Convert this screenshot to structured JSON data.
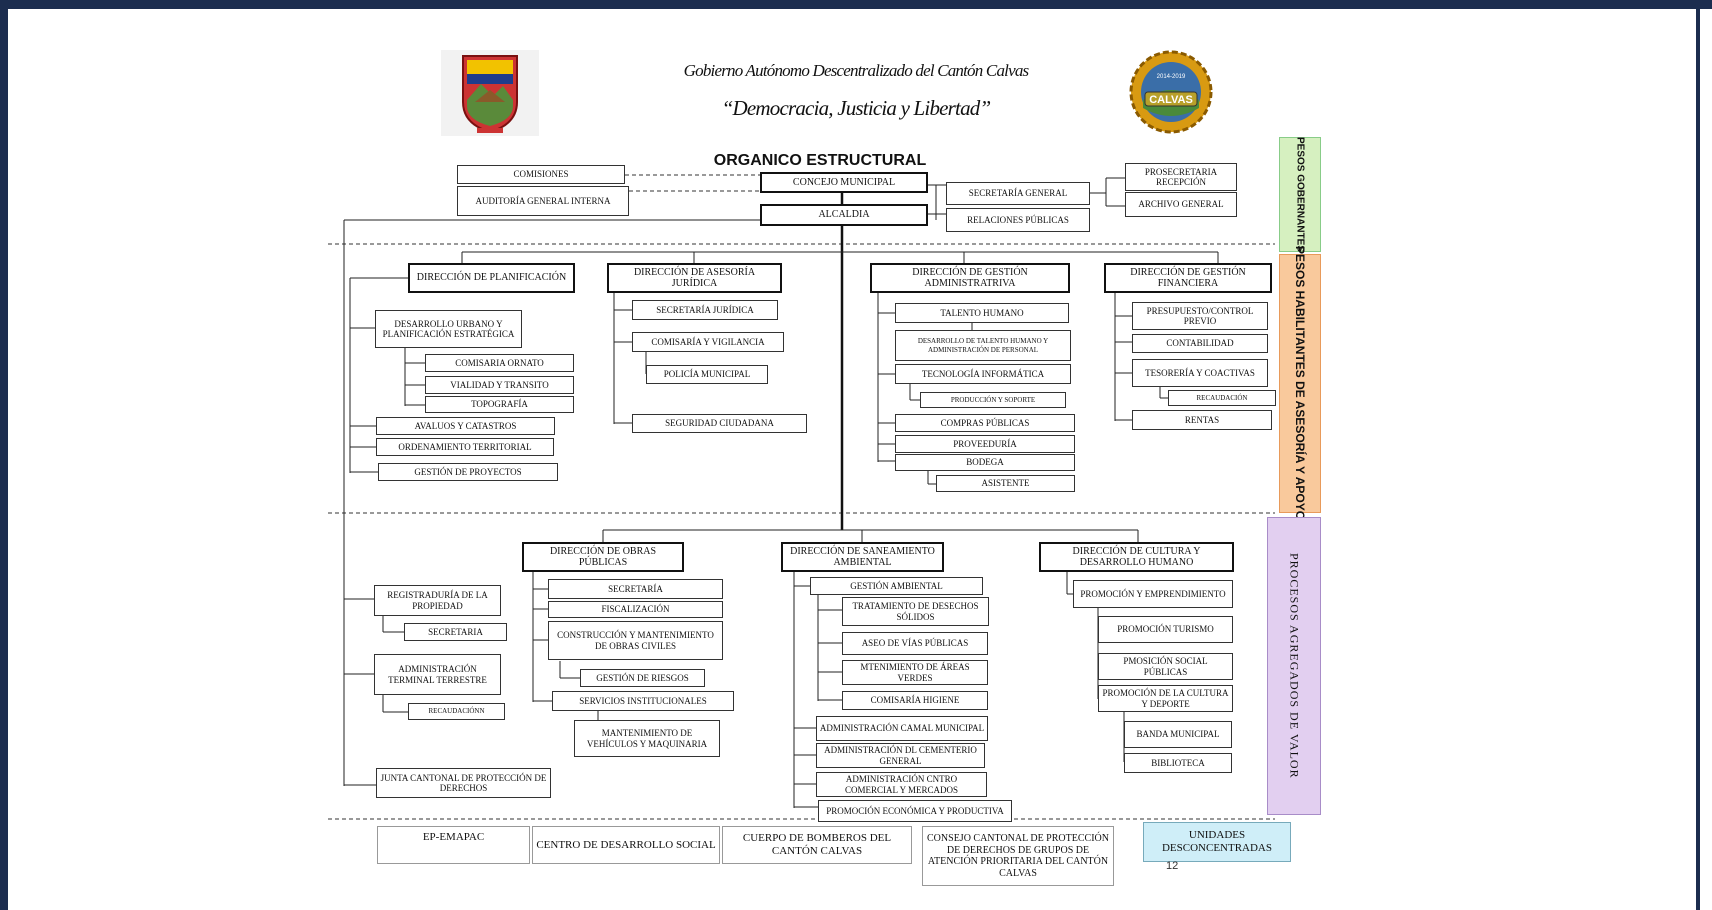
{
  "header": {
    "government_name": "Gobierno Autónomo Descentralizado del Cantón Calvas",
    "motto": "“Democracia, Justicia y Libertad”",
    "chart_title": "ORGANICO ESTRUCTURAL",
    "seal_text": "CALVAS",
    "seal_years": "2014-2019"
  },
  "colors": {
    "frame": "#1c2d4f",
    "band_governing": "#d6f0c0",
    "band_support": "#f9c99c",
    "band_value": "#e2cff0",
    "unidades": "#cfeef8"
  },
  "governing": {
    "comisiones": "COMISIONES",
    "auditoria": "AUDITORÍA GENERAL INTERNA",
    "concejo": "CONCEJO MUNICIPAL",
    "alcaldia": "ALCALDIA",
    "secretaria_general": "SECRETARÍA GENERAL",
    "prosecretaria": "PROSECRETARIA RECEPCIÓN",
    "archivo": "ARCHIVO GENERAL",
    "relaciones": "RELACIONES PÚBLICAS"
  },
  "support": {
    "planificacion": {
      "head": "DIRECCIÓN DE PLANIFICACIÓN",
      "desarrollo": "DESARROLLO URBANO Y PLANIFICACIÓN ESTRATÉGICA",
      "comisaria": "COMISARIA ORNATO",
      "vialidad": "VIALIDAD Y TRANSITO",
      "topografia": "TOPOGRAFÍA",
      "avaluos": "AVALUOS Y CATASTROS",
      "ordenamiento": "ORDENAMIENTO TERRITORIAL",
      "proyectos": "GESTIÓN DE PROYECTOS"
    },
    "juridica": {
      "head": "DIRECCIÓN DE ASESORÍA JURÍDICA",
      "secretaria": "SECRETARÍA JURÍDICA",
      "comisaria": "COMISARÍA Y VIGILANCIA",
      "policia": "POLICÍA MUNICIPAL",
      "seguridad": "SEGURIDAD CIUDADANA"
    },
    "administrativa": {
      "head": "DIRECCIÓN DE GESTIÓN ADMINISTRATRIVA",
      "talento": "TALENTO HUMANO",
      "desarrollo_talento": "DESARROLLO DE TALENTO HUMANO Y ADMINISTRACIÓN DE PERSONAL",
      "tecnologia": "TECNOLOGÍA INFORMÁTICA",
      "produccion": "PRODUCCIÓN Y SOPORTE",
      "compras": "COMPRAS PÚBLICAS",
      "proveeduria": "PROVEEDURÍA",
      "bodega": "BODEGA",
      "asistente": "ASISTENTE"
    },
    "financiera": {
      "head": "DIRECCIÓN DE GESTIÓN FINANCIERA",
      "presupuesto": "PRESUPUESTO/CONTROL PREVIO",
      "contabilidad": "CONTABILIDAD",
      "tesoreria": "TESORERÍA Y COACTIVAS",
      "recaudacion": "RECAUDACIÓN",
      "rentas": "RENTAS"
    }
  },
  "value": {
    "registraduria": "REGISTRADURÍA DE LA PROPIEDAD",
    "secretaria_reg": "SECRETARIA",
    "terminal": "ADMINISTRACIÓN TERMINAL TERRESTRE",
    "recaudacion_term": "RECAUDACIÓNN",
    "junta": "JUNTA CANTONAL DE PROTECCIÓN DE DERECHOS",
    "obras": {
      "head": "DIRECCIÓN DE OBRAS PÚBLICAS",
      "secretaria": "SECRETARÍA",
      "fiscalizacion": "FISCALIZACIÓN",
      "construccion": "CONSTRUCCIÓN Y MANTENIMIENTO DE OBRAS CIVILES",
      "riesgos": "GESTIÓN DE RIESGOS",
      "servicios": "SERVICIOS INSTITUCIONALES",
      "mantenimiento": "MANTENIMIENTO DE VEHÍCULOS Y MAQUINARIA"
    },
    "saneamiento": {
      "head": "DIRECCIÓN DE SANEAMIENTO AMBIENTAL",
      "gestion": "GESTIÓN AMBIENTAL",
      "tratamiento": "TRATAMIENTO DE DESECHOS SÓLIDOS",
      "aseo": "ASEO DE VÍAS PÚBLICAS",
      "areas": "MTENIMIENTO DE ÁREAS VERDES",
      "comisaria": "COMISARÍA HIGIENE",
      "camal": "ADMINISTRACIÓN CAMAL MUNICIPAL",
      "cementerio": "ADMINISTRACIÓN DL CEMENTERIO GENERAL",
      "centro": "ADMINISTRACIÓN CNTRO COMERCIAL Y MERCADOS",
      "promocion": "PROMOCIÓN ECONÓMICA Y PRODUCTIVA"
    },
    "cultura": {
      "head": "DIRECCIÓN DE CULTURA Y DESARROLLO HUMANO",
      "emprendimiento": "PROMOCIÓN Y EMPRENDIMIENTO",
      "turismo": "PROMOCIÓN TURISMO",
      "social": "PMOSICIÓN SOCIAL PÚBLICAS",
      "deporte": "PROMOCIÓN DE LA CULTURA Y DEPORTE",
      "banda": "BANDA MUNICIPAL",
      "biblioteca": "BIBLIOTECA"
    }
  },
  "bottom": {
    "ep": "EP-EMAPAC",
    "centro": "CENTRO DE DESARROLLO SOCIAL",
    "bomberos": "CUERPO DE BOMBEROS DEL CANTÓN CALVAS",
    "consejo": "CONSEJO CANTONAL DE PROTECCIÓN DE DERECHOS DE GRUPOS DE ATENCIÓN PRIORITARIA DEL CANTÓN CALVAS",
    "unidades": "UNIDADES DESCONCENTRADAS",
    "page_number": "12"
  },
  "bands": {
    "governing": "PESOS GOBERNANTES",
    "support": "PESOS HABILITANTES DE ASESORÍA Y APOYO",
    "value": "PROCESOS AGREGADOS DE VALOR"
  }
}
